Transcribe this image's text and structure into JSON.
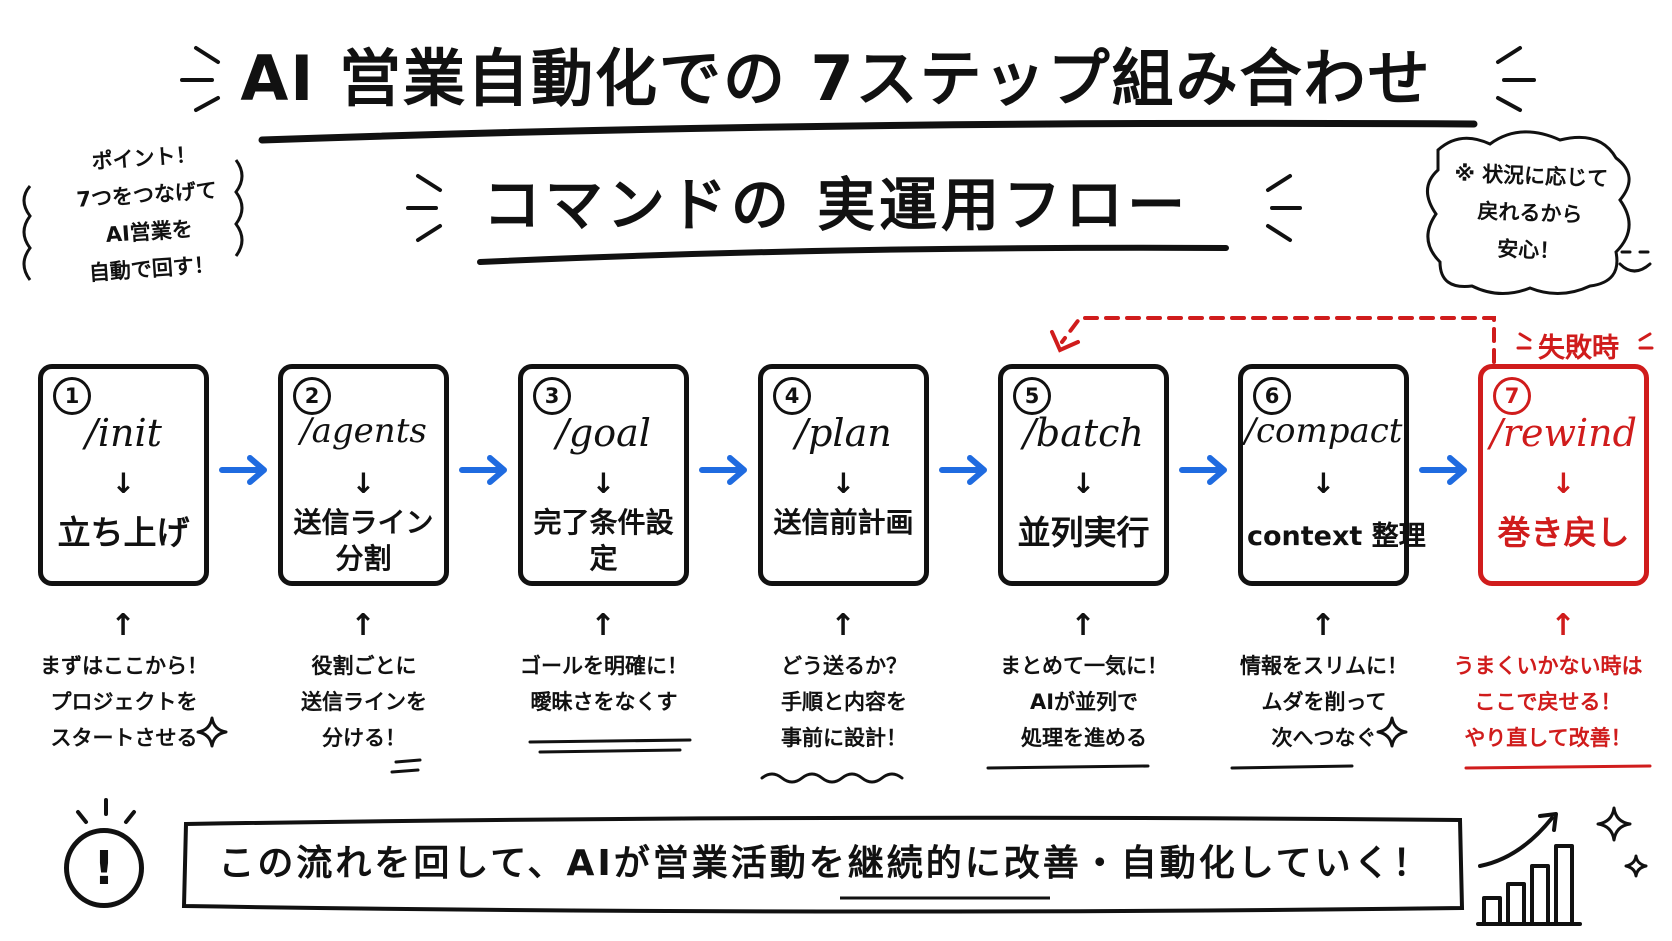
{
  "title": "AI 営業自動化での 7ステップ組み合わせ",
  "subtitle": "コマンドの 実運用フロー",
  "point_note": [
    "ポイント！",
    "7つをつなげて",
    "AI営業を",
    "自動で回す！"
  ],
  "safe_note": [
    "※ 状況に応じて",
    "戻れるから",
    "安心！"
  ],
  "fail_label": "失敗時",
  "steps": [
    {
      "num": "1",
      "command": "/init",
      "arrow": "↓",
      "label": "立ち上げ",
      "up": "↑",
      "caption": [
        "まずはここから！",
        "プロジェクトを",
        "スタートさせる"
      ]
    },
    {
      "num": "2",
      "command": "/agents",
      "arrow": "↓",
      "label": "送信ライン分割",
      "up": "↑",
      "caption": [
        "役割ごとに",
        "送信ラインを",
        "分ける！"
      ]
    },
    {
      "num": "3",
      "command": "/goal",
      "arrow": "↓",
      "label": "完了条件設定",
      "up": "↑",
      "caption": [
        "ゴールを明確に！",
        "曖昧さをなくす"
      ]
    },
    {
      "num": "4",
      "command": "/plan",
      "arrow": "↓",
      "label": "送信前計画",
      "up": "↑",
      "caption": [
        "どう送るか？",
        "手順と内容を",
        "事前に設計！"
      ]
    },
    {
      "num": "5",
      "command": "/batch",
      "arrow": "↓",
      "label": "並列実行",
      "up": "↑",
      "caption": [
        "まとめて一気に！",
        "AIが並列で",
        "処理を進める"
      ]
    },
    {
      "num": "6",
      "command": "/compact",
      "arrow": "↓",
      "label": "context 整理",
      "up": "↑",
      "caption": [
        "情報をスリムに！",
        "ムダを削って",
        "次へつなぐ"
      ]
    },
    {
      "num": "7",
      "command": "/rewind",
      "arrow": "↓",
      "label": "巻き戻し",
      "up": "↑",
      "caption": [
        "うまくいかない時は",
        "ここで戻せる！",
        "やり直して改善！"
      ]
    }
  ],
  "footer": "この流れを回して、AIが営業活動を継続的に改善・自動化していく！",
  "colors": {
    "ink": "#111111",
    "accent_blue": "#1f6be0",
    "accent_red": "#d01c1c"
  },
  "icons": {
    "left": "exclamation-circle-icon",
    "right": "growth-chart-icon"
  }
}
